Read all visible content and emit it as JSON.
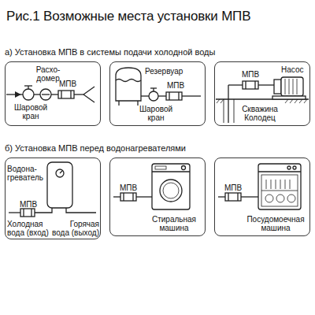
{
  "diagram": {
    "title": "Рис.1 Возможные места установки МПВ",
    "nodes": [
      {
        "text": [
          "Расхо- домер",
          "МПВ",
          "Шаровой кран"
        ]
      },
      {
        "text": [
          "Резервуар",
          "МПВ",
          "Шаровой кран"
        ]
      },
      {
        "text": [
          "МПВ",
          "Насос",
          "Скважина Колодец"
        ]
      },
      {
        "text": [
          "Водона- греватель",
          "МПВ",
          "Холодная вода (вход)",
          "Горячая вода (выход)"
        ]
      },
      {
        "text": [
          "МПВ",
          "Стиральная машина"
        ]
      },
      {
        "text": [
          "МПВ",
          "Посудомоечная машина"
        ]
      }
    ],
    "labels": [
      "а) Установка МПВ в системы подачи холодной воды",
      "б) Установка МПВ перед водонагревателями"
    ]
  }
}
